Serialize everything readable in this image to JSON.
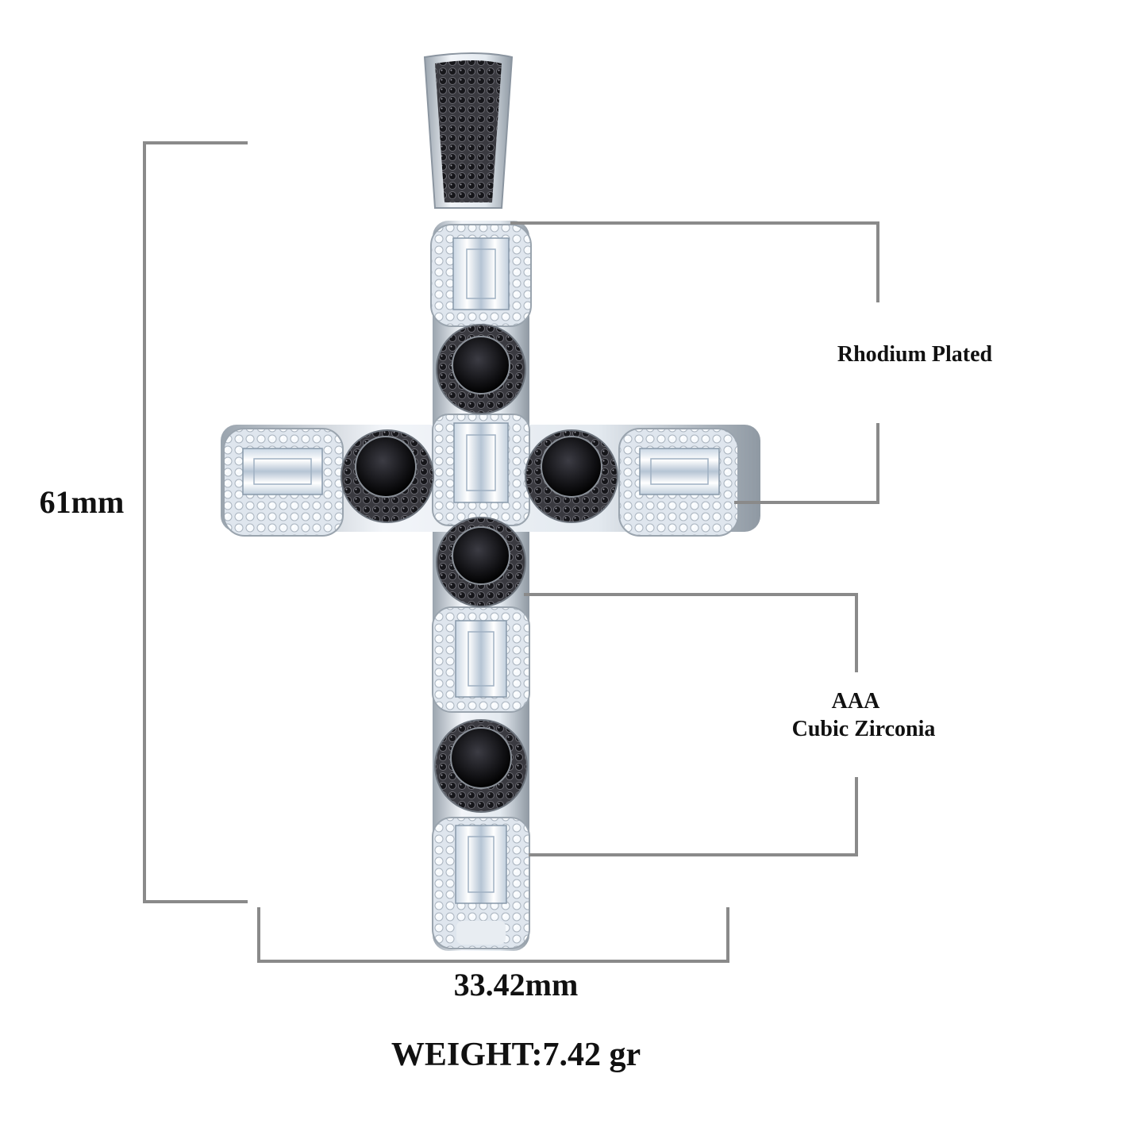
{
  "product": {
    "name": "cross-pendant",
    "colors": {
      "metal": "#e6ecf2",
      "metal_shadow": "#9aa4ae",
      "white_stone": "#f4f8fc",
      "black_stone": "#1b1b1f",
      "line": "#8a8a8a",
      "text": "#111111"
    }
  },
  "labels": {
    "height": "61mm",
    "width": "33.42mm",
    "plating": "Rhodium Plated",
    "stone_grade": "AAA",
    "stone_type": "Cubic Zirconia",
    "weight": "WEIGHT:7.42 gr"
  }
}
